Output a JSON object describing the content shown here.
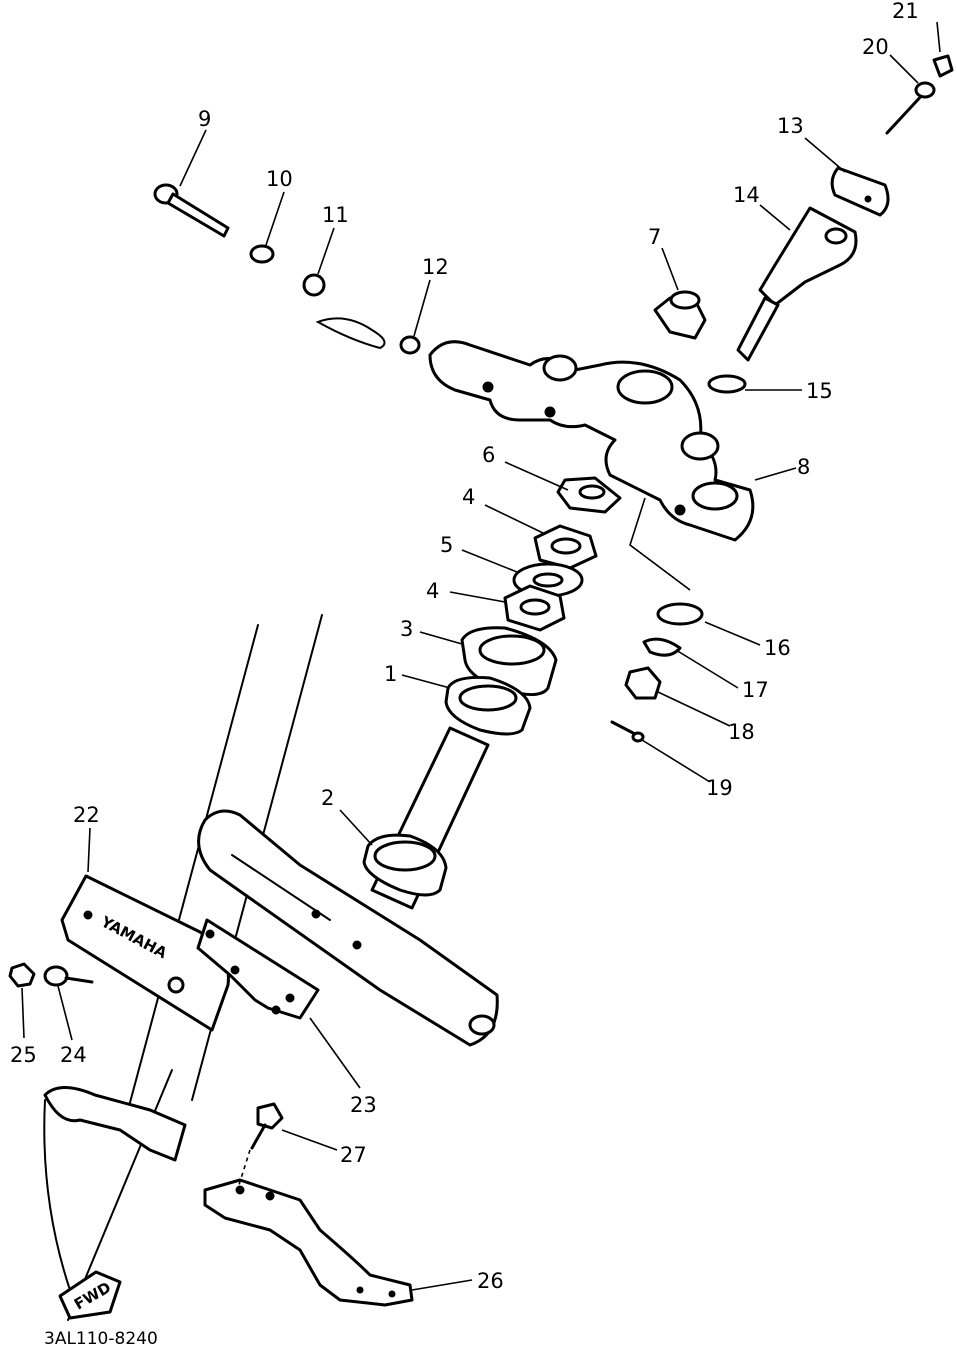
{
  "callouts": [
    {
      "id": "c21",
      "text": "21"
    },
    {
      "id": "c20",
      "text": "20"
    },
    {
      "id": "c13",
      "text": "13"
    },
    {
      "id": "c14",
      "text": "14"
    },
    {
      "id": "c9",
      "text": "9"
    },
    {
      "id": "c10",
      "text": "10"
    },
    {
      "id": "c11",
      "text": "11"
    },
    {
      "id": "c12",
      "text": "12"
    },
    {
      "id": "c7",
      "text": "7"
    },
    {
      "id": "c15",
      "text": "15"
    },
    {
      "id": "c6",
      "text": "6"
    },
    {
      "id": "c8",
      "text": "8"
    },
    {
      "id": "c4a",
      "text": "4"
    },
    {
      "id": "c5",
      "text": "5"
    },
    {
      "id": "c4b",
      "text": "4"
    },
    {
      "id": "c3",
      "text": "3"
    },
    {
      "id": "c1",
      "text": "1"
    },
    {
      "id": "c16",
      "text": "16"
    },
    {
      "id": "c17",
      "text": "17"
    },
    {
      "id": "c18",
      "text": "18"
    },
    {
      "id": "c19",
      "text": "19"
    },
    {
      "id": "c2",
      "text": "2"
    },
    {
      "id": "c22",
      "text": "22"
    },
    {
      "id": "c25",
      "text": "25"
    },
    {
      "id": "c24",
      "text": "24"
    },
    {
      "id": "c23",
      "text": "23"
    },
    {
      "id": "c27",
      "text": "27"
    },
    {
      "id": "c26",
      "text": "26"
    }
  ],
  "emblem_text": "YAMAHA",
  "fwd_text": "FWD",
  "diagram_code": "3AL110-8240",
  "colors": {
    "ink": "#000000",
    "paper": "#ffffff"
  }
}
